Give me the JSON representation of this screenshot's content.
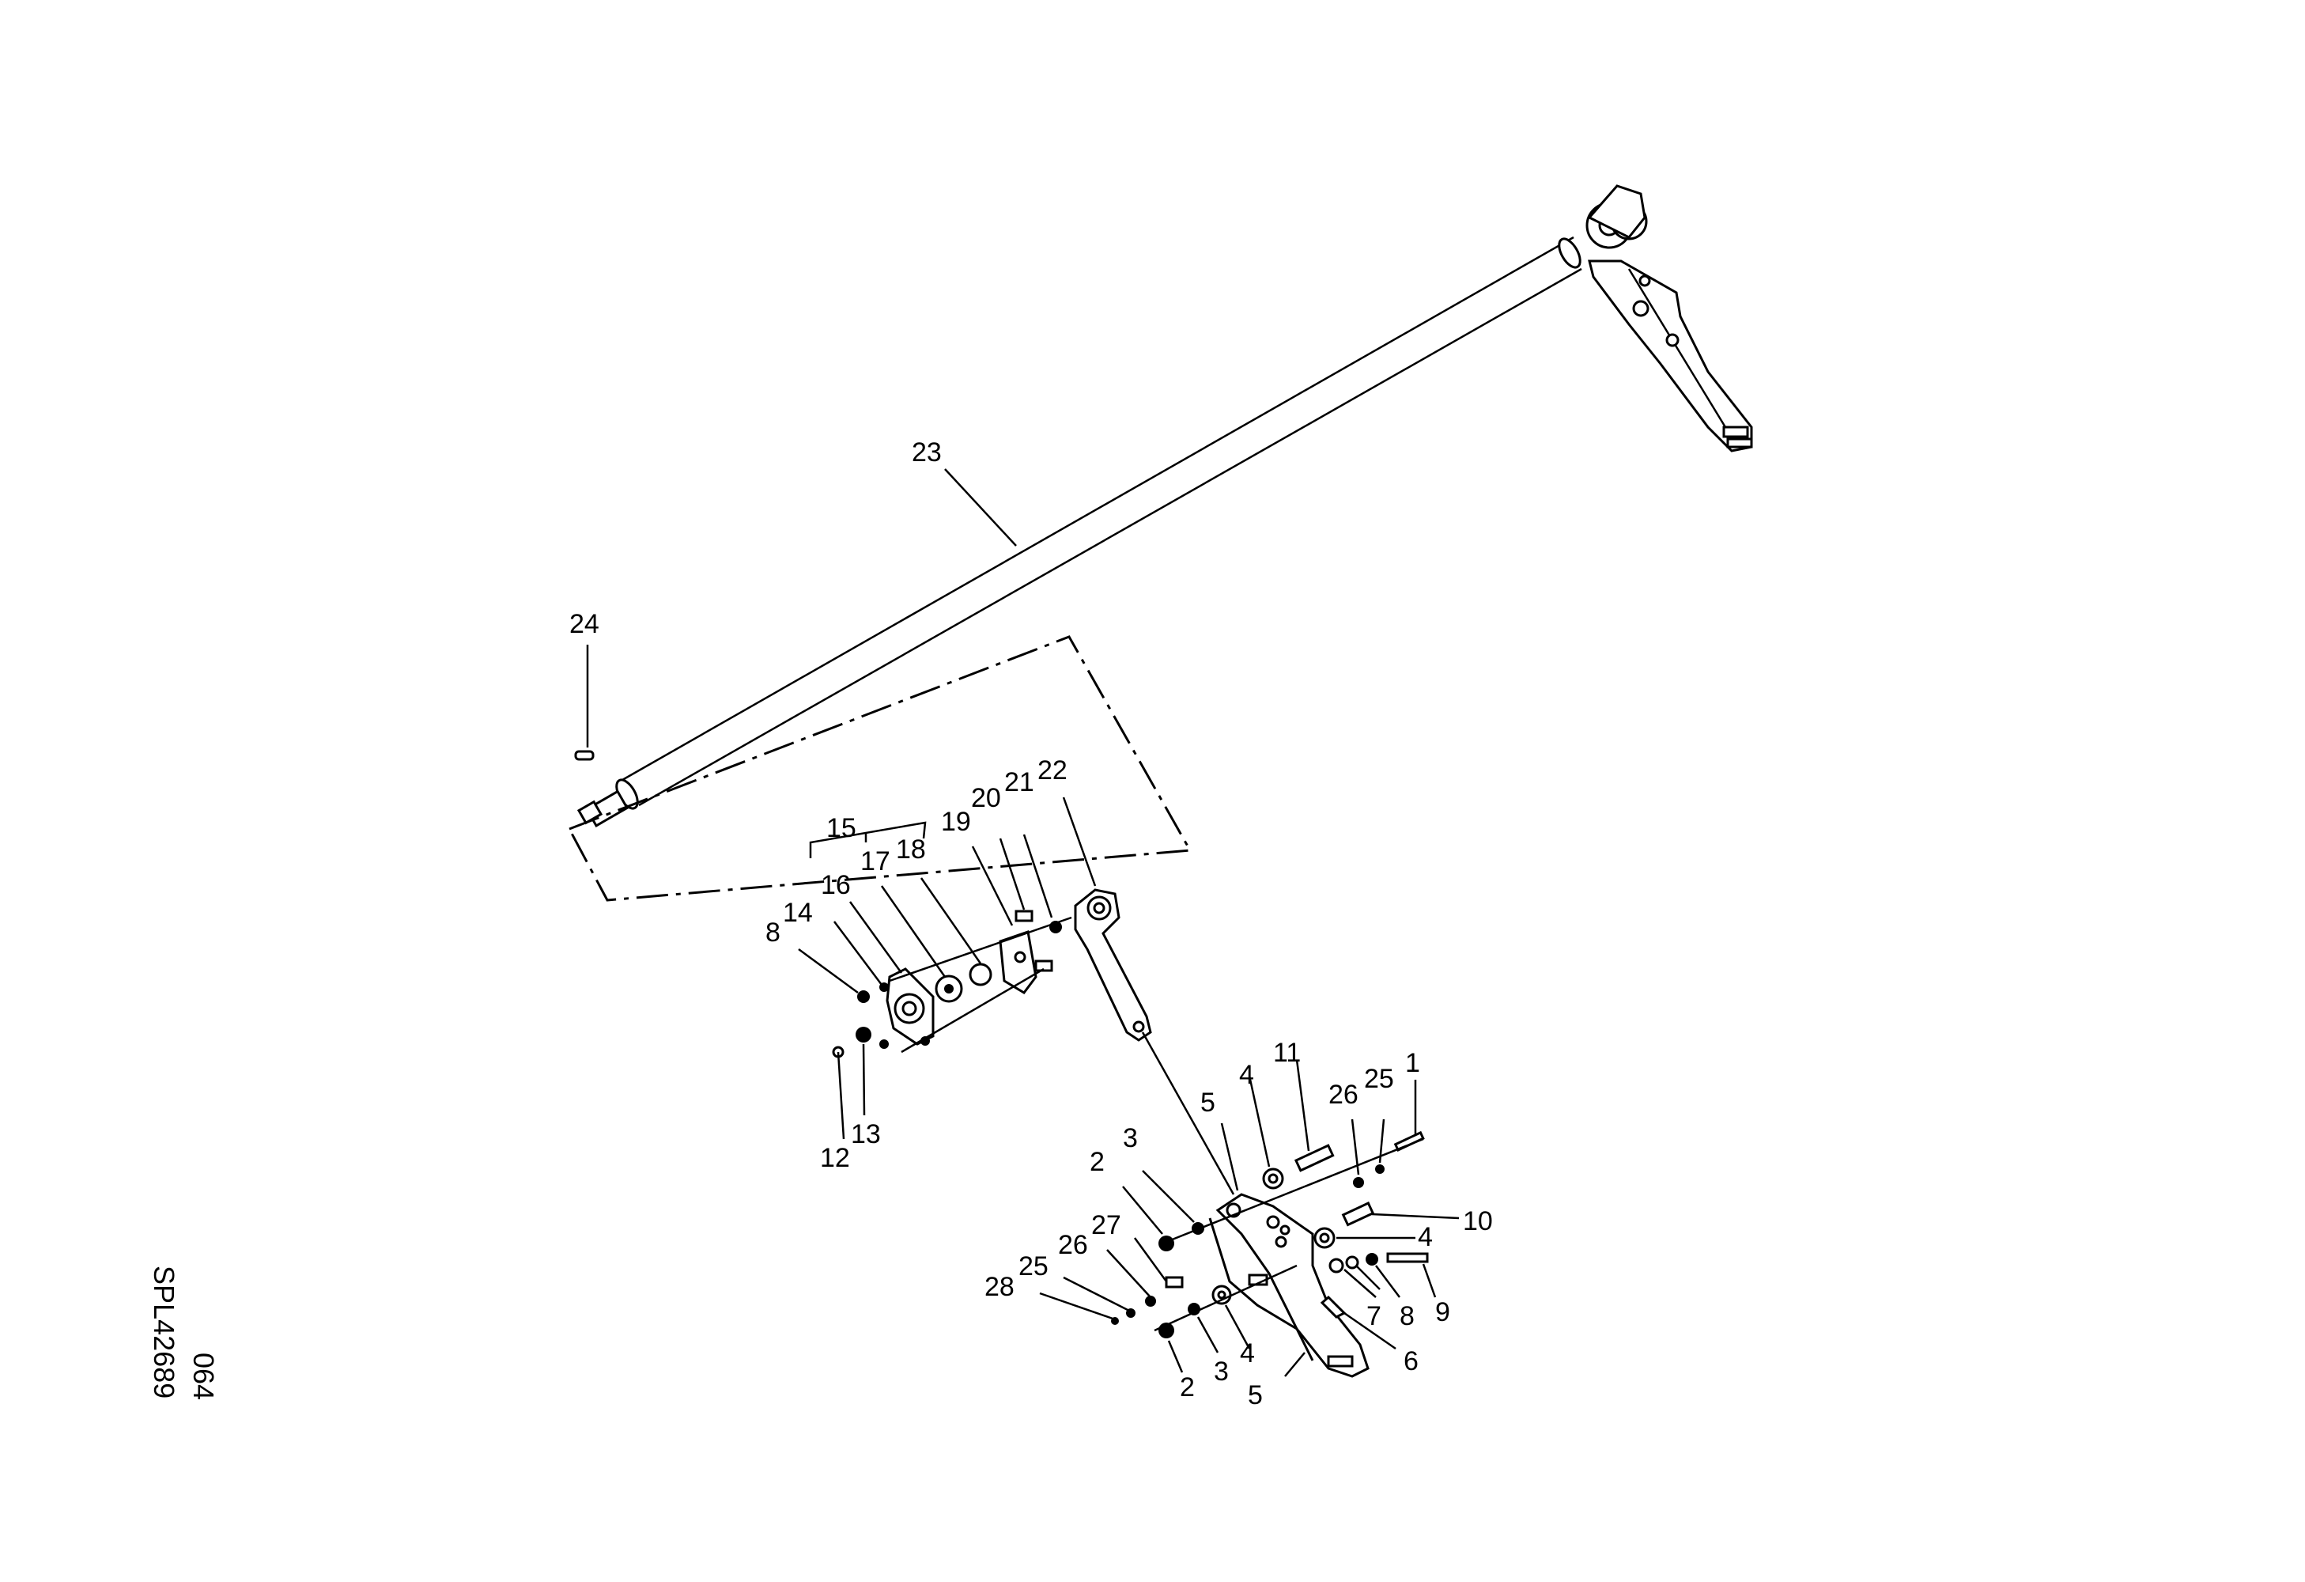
{
  "labels": {
    "p1": "1",
    "p2a": "2",
    "p2b": "2",
    "p3a": "3",
    "p3b": "3",
    "p4a": "4",
    "p4b": "4",
    "p4c": "4",
    "p5a": "5",
    "p5b": "5",
    "p6": "6",
    "p7": "7",
    "p8a": "8",
    "p8b": "8",
    "p9": "9",
    "p10": "10",
    "p11": "11",
    "p12": "12",
    "p13": "13",
    "p14": "14",
    "p15": "15",
    "p16": "16",
    "p17": "17",
    "p18": "18",
    "p19": "19",
    "p20": "20",
    "p21": "21",
    "p22": "22",
    "p23": "23",
    "p24": "24",
    "p25a": "25",
    "p25b": "25",
    "p26a": "26",
    "p26b": "26",
    "p27": "27",
    "p28": "28"
  },
  "drawing_code": {
    "line1": "SPL42689",
    "line2": "064"
  }
}
